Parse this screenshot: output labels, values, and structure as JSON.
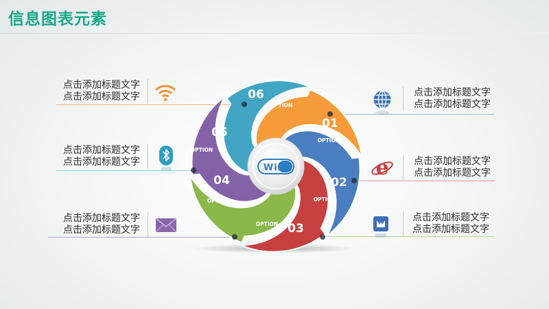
{
  "title": "信息图表元素",
  "center_label": "WiFi",
  "options": [
    {
      "number": "01",
      "label": "OPTION",
      "color": "#4a7ec0"
    },
    {
      "number": "02",
      "label": "OPTION",
      "color": "#c6403f"
    },
    {
      "number": "03",
      "label": "OPTION",
      "color": "#8ab84a"
    },
    {
      "number": "04",
      "label": "OPTION",
      "color": "#8462a8"
    },
    {
      "number": "05",
      "label": "OPTION",
      "color": "#41a5c3"
    },
    {
      "number": "06",
      "label": "OPTION",
      "color": "#f59b3a"
    }
  ],
  "left_items": [
    {
      "line1": "点击添加标题文字",
      "line2": "点击添加标题文字",
      "icon": "wifi-icon",
      "color": "#f59b3a"
    },
    {
      "line1": "点击添加标题文字",
      "line2": "点击添加标题文字",
      "icon": "bluetooth-icon",
      "color": "#41a5c3"
    },
    {
      "line1": "点击添加标题文字",
      "line2": "点击添加标题文字",
      "icon": "mail-icon",
      "color": "#8462a8"
    }
  ],
  "right_items": [
    {
      "line1": "点击添加标题文字",
      "line2": "点击添加标题文字",
      "icon": "globe-icon",
      "color": "#4a7ec0"
    },
    {
      "line1": "点击添加标题文字",
      "line2": "点击添加标题文字",
      "icon": "internet-explorer-icon",
      "color": "#c6403f"
    },
    {
      "line1": "点击添加标题文字",
      "line2": "点击添加标题文字",
      "icon": "app-store-icon",
      "color": "#3d6fb4"
    }
  ]
}
